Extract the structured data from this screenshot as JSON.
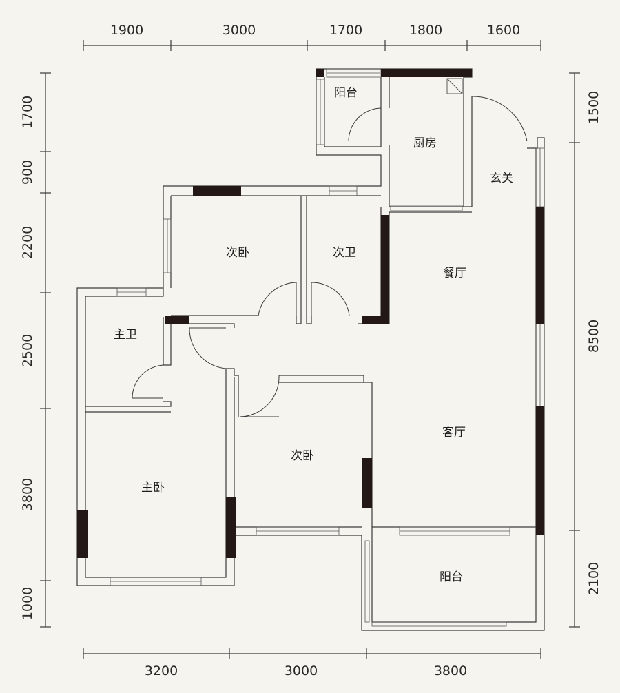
{
  "dimensions": {
    "top": [
      "1900",
      "3000",
      "1700",
      "1800",
      "1600"
    ],
    "bottom": [
      "3200",
      "3000",
      "3800"
    ],
    "left": [
      "1700",
      "900",
      "2200",
      "2500",
      "3800",
      "1000"
    ],
    "right": [
      "1500",
      "8500",
      "2100"
    ]
  },
  "rooms": {
    "balcony_top": "阳台",
    "kitchen": "厨房",
    "entrance": "玄关",
    "second_bedroom_north": "次卧",
    "second_bathroom": "次卫",
    "dining_room": "餐厅",
    "master_bathroom": "主卫",
    "living_room": "客厅",
    "second_bedroom_south": "次卧",
    "master_bedroom": "主卧",
    "balcony_bottom": "阳台"
  },
  "colors": {
    "background": "#f6f4ef",
    "wall_line": "#3a3a3a",
    "structural_column": "#231815"
  }
}
